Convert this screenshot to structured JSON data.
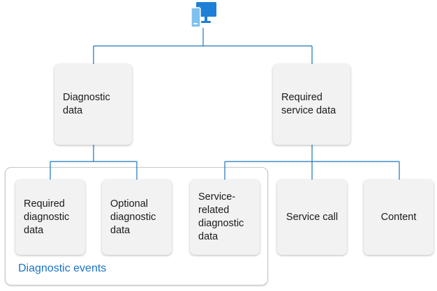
{
  "diagram": {
    "root": {
      "icon": "devices-icon"
    },
    "nodes": {
      "diagnostic_data": "Diagnostic\ndata",
      "required_service_data": "Required\nservice data",
      "required_diagnostic_data": "Required\ndiagnostic\ndata",
      "optional_diagnostic_data": "Optional\ndiagnostic\ndata",
      "service_related_diagnostic_data": "Service-\nrelated\ndiagnostic\ndata",
      "service_call": "Service call",
      "content": "Content"
    },
    "group": {
      "label": "Diagnostic events"
    },
    "colors": {
      "connector": "#1b75bc",
      "group_label": "#1a73c7",
      "node_fill": "#f2f2f2",
      "icon_monitor": "#1e7fd6",
      "icon_phone": "#7fc1ee"
    }
  }
}
